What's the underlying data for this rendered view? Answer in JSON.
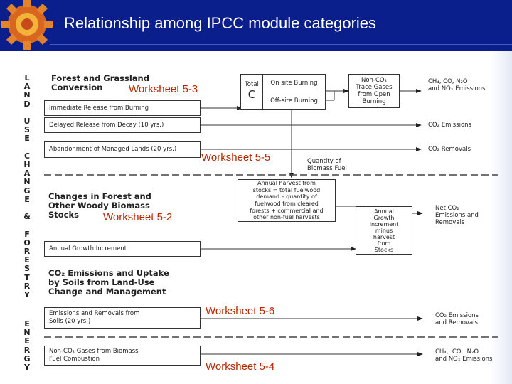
{
  "title": "Relationship among IPCC module categories",
  "side_label_1": "L A N D   U S E   C H A N G E   &   F O R E S T R Y",
  "side_label_2": "E N E R G Y",
  "headings": {
    "forest_grassland": "Forest and Grassland\nConversion",
    "woody_biomass": "Changes in Forest and\nOther Woody Biomass\nStocks",
    "co2_soils": "CO₂ Emissions and Uptake\nby Soils from Land-Use\nChange and Management"
  },
  "boxes": {
    "immediate_release": "Immediate Release from Burning",
    "delayed_release": "Delayed Release from Decay (10 yrs.)",
    "abandonment": "Abandonment of Managed Lands (20 yrs.)",
    "annual_growth": "Annual Growth Increment",
    "soils": "Emissions and Removals from\nSoils (20 yrs.)",
    "non_co2_biomass": "Non-CO₂ Gases from Biomass\nFuel Combustion",
    "total": "Total",
    "c_letter": "C",
    "on_site": "On site Burning",
    "off_site": "Off-site Burning",
    "non_co2_trace": "Non-CO₂\nTrace Gases\nfrom Open\nBurning",
    "annual_harvest": "Annual harvest from\nstocks = total fuelwood\ndemand – quantity of\nfuelwood from cleared\nforests + commercial and\nother non-fuel harvests",
    "annual_growth_minus": "Annual\nGrowth\nIncrement\nminus\nharvest\nfrom\nStocks"
  },
  "labels": {
    "quantity_biomass": "Quantity of\nBiomass Fuel"
  },
  "outputs": {
    "ch4_co_n2o_nox": "CH₄, CO, N₂O\nand NOₓ Emissions",
    "co2_emissions": "CO₂ Emissions",
    "co2_removals": "CO₂ Removals",
    "net_co2": "Net CO₂\nEmissions and\nRemovals",
    "co2_emissions_removals": "CO₂ Emissions\nand Removals",
    "ch4_co_n2o_nox_2": "CH₄,  CO,  N₂O\nand NOₓ Emissions"
  },
  "worksheets": {
    "ws_5_3": "Worksheet 5-3",
    "ws_5_5": "Worksheet 5-5",
    "ws_5_2": "Worksheet 5-2",
    "ws_5_6": "Worksheet 5-6",
    "ws_5_4": "Worksheet 5-4"
  },
  "colors": {
    "header_bg": "#0a1e8c",
    "worksheet_text": "#b82600"
  }
}
